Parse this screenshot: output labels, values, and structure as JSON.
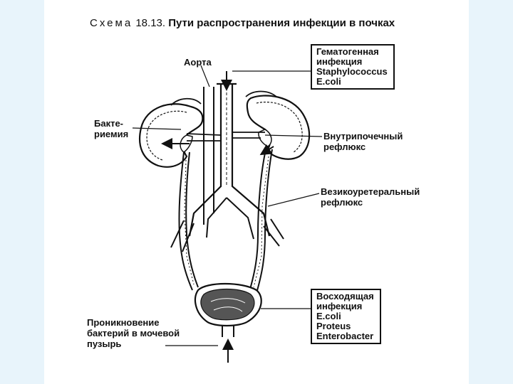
{
  "caption": {
    "prefix": "Схема",
    "number": "18.13.",
    "title": "Пути распространения инфекции в почках"
  },
  "labels": {
    "aorta": "Аорта",
    "bacteremia_1": "Бакте-",
    "bacteremia_2": "риемия",
    "intrarenal_1": "Внутрипочечный",
    "intrarenal_2": "рефлюкс",
    "vesicoureteral_1": "Везикоуретеральный",
    "vesicoureteral_2": "рефлюкс",
    "entry_1": "Проникновение",
    "entry_2": "бактерий в мочевой",
    "entry_3": "пузырь"
  },
  "hematogenous_box": {
    "lines": [
      "Гематогенная",
      "инфекция",
      "Staphylococcus",
      "E.coli"
    ]
  },
  "ascending_box": {
    "lines": [
      "Восходящая",
      "инфекция",
      "E.coli",
      "Proteus",
      "Enterobacter"
    ]
  }
}
